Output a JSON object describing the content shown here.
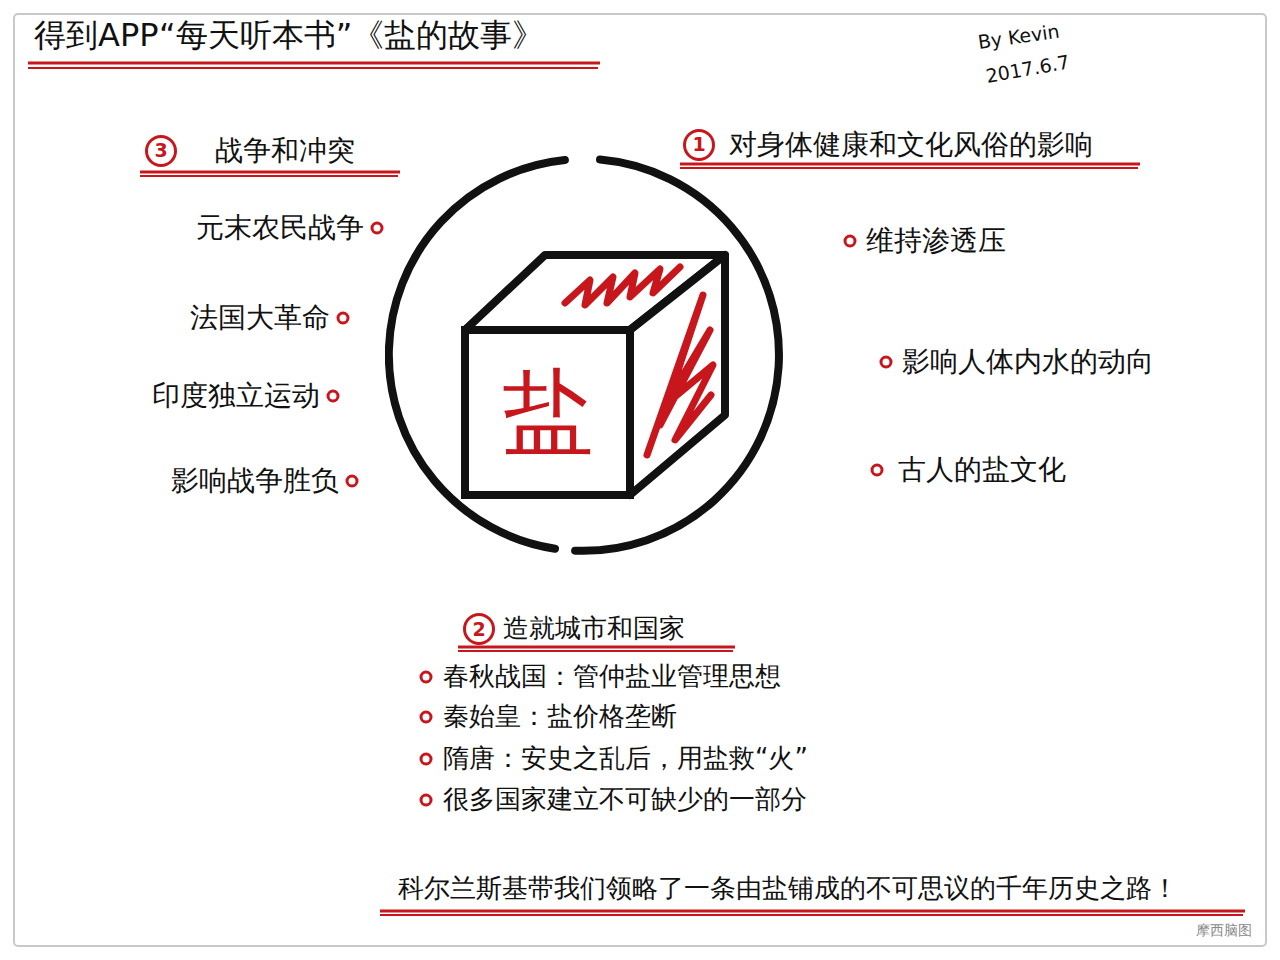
{
  "diagram": {
    "title": "得到APP“每天听本书”《盐的故事》",
    "caption": "科尔兰斯基带我们领略了一条由盐铺成的不可思议的千年历史之路！",
    "nodes": [
      {
        "text": [
          "3",
          "战争和冲突"
        ]
      },
      {
        "text": [
          "1",
          "对身体健康和文化风俗的影响"
        ]
      },
      {
        "text": [
          "盐"
        ]
      },
      {
        "text": [
          "2",
          "造就城市和国家"
        ]
      }
    ],
    "labels": [
      "By Kevin",
      "2017.6.7",
      "元末农民战争",
      "法国大革命",
      "印度独立运动",
      "影响战争胜负",
      "维持渗透压",
      "影响人体内水的动向",
      "古人的盐文化",
      "春秋战国：管仲盐业管理思想",
      "秦始皇：盐价格垄断",
      "隋唐：安史之乱后，用盐救“火”",
      "很多国家建立不可缺少的一部分",
      "摩西脑图"
    ]
  }
}
